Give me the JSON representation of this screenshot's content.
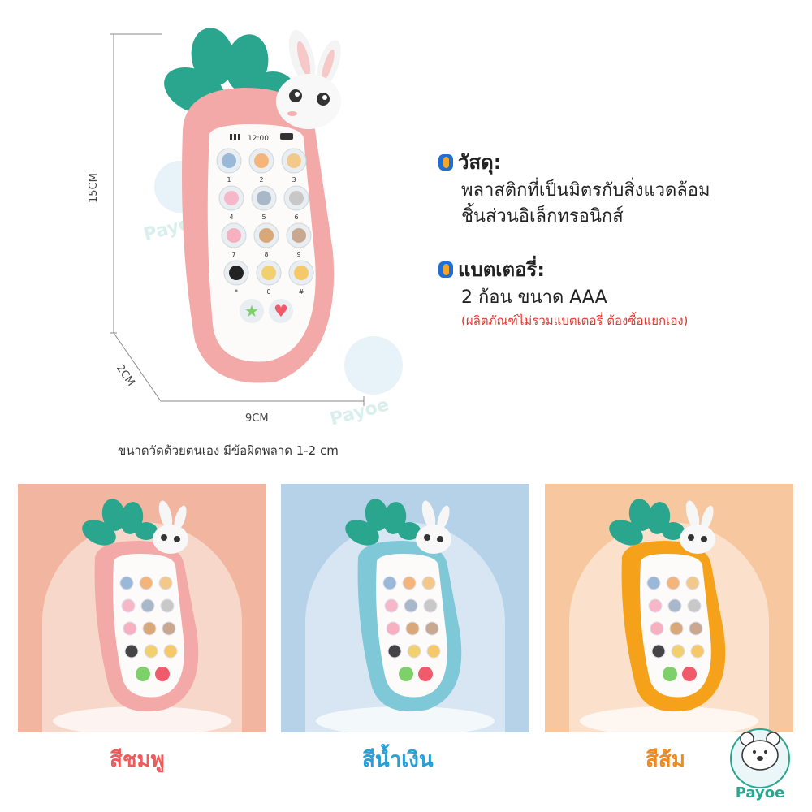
{
  "dimensions": {
    "height": "15CM",
    "depth": "2CM",
    "width": "9CM"
  },
  "measure_note": "ขนาดวัดด้วยตนเอง มีข้อผิดพลาด 1-2 cm",
  "specs": {
    "material_title": "วัสดุ:",
    "material_lines": [
      "พลาสติกที่เป็นมิตรกับสิ่งแวดล้อม",
      "ชิ้นส่วนอิเล็กทรอนิกส์"
    ],
    "battery_title": "แบตเตอรี่:",
    "battery_line": "2 ก้อน ขนาด AAA",
    "battery_note": "(ผลิตภัณฑ์ไม่รวมแบตเตอรี่ ต้องซื้อแยกเอง)"
  },
  "phone_screen": {
    "time": "12:00",
    "keys": [
      "1",
      "2",
      "3",
      "4",
      "5",
      "6",
      "7",
      "8",
      "9",
      "*",
      "0",
      "#"
    ]
  },
  "variants": [
    {
      "label": "สีชมพู",
      "label_color": "#ef5a5a",
      "body_color": "#f2a9a7",
      "bg_color": "#f2b6a0"
    },
    {
      "label": "สีน้ำเงิน",
      "label_color": "#2a9fd6",
      "body_color": "#7ec8d8",
      "bg_color": "#b6d2e8"
    },
    {
      "label": "สีส้ม",
      "label_color": "#f08a1c",
      "body_color": "#f5a21a",
      "bg_color": "#f7c8a0"
    }
  ],
  "brand": {
    "name": "Payoe"
  },
  "colors": {
    "leaf": "#2aa68e",
    "bullet_blue": "#1d6fd6",
    "bullet_orange": "#f5a623",
    "note_red": "#e2392f"
  }
}
